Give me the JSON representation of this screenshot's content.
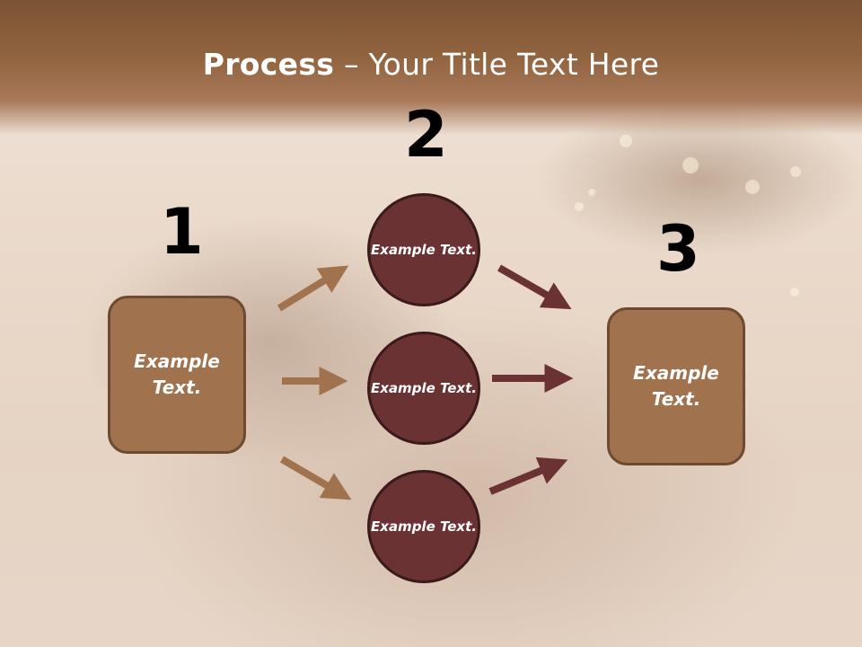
{
  "title": {
    "bold": "Process",
    "rest": " – Your Title Text Here"
  },
  "steps": [
    {
      "number": "1",
      "label": "Example Text."
    },
    {
      "number": "2",
      "items": [
        "Example Text.",
        "Example Text.",
        "Example Text."
      ]
    },
    {
      "number": "3",
      "label": "Example Text."
    }
  ],
  "colors": {
    "box_fill": "#a0724e",
    "circle_fill": "#6b3234",
    "arrow_tan": "#a0724e",
    "arrow_maroon": "#6b3234",
    "title_band": "#936541"
  }
}
